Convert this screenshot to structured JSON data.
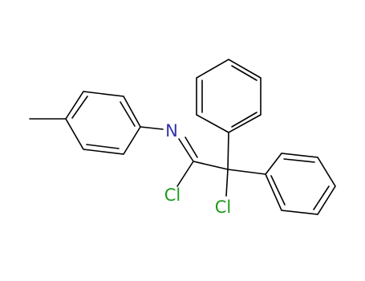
{
  "molecule": {
    "atoms": {
      "nitrogen": {
        "label": "N",
        "color": "#3333aa"
      },
      "chlorine_imidoyl": {
        "label": "Cl",
        "color": "#1c9a1c"
      },
      "chlorine_alkyl": {
        "label": "Cl",
        "color": "#1c9a1c"
      }
    },
    "bond_color": "#000000"
  }
}
